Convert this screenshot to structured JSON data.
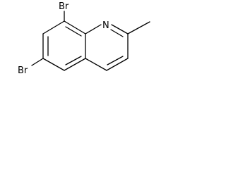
{
  "structure": {
    "atoms": {
      "bromine_top": "Br",
      "bromine_bottom": "Br",
      "nitrogen": "N"
    }
  }
}
